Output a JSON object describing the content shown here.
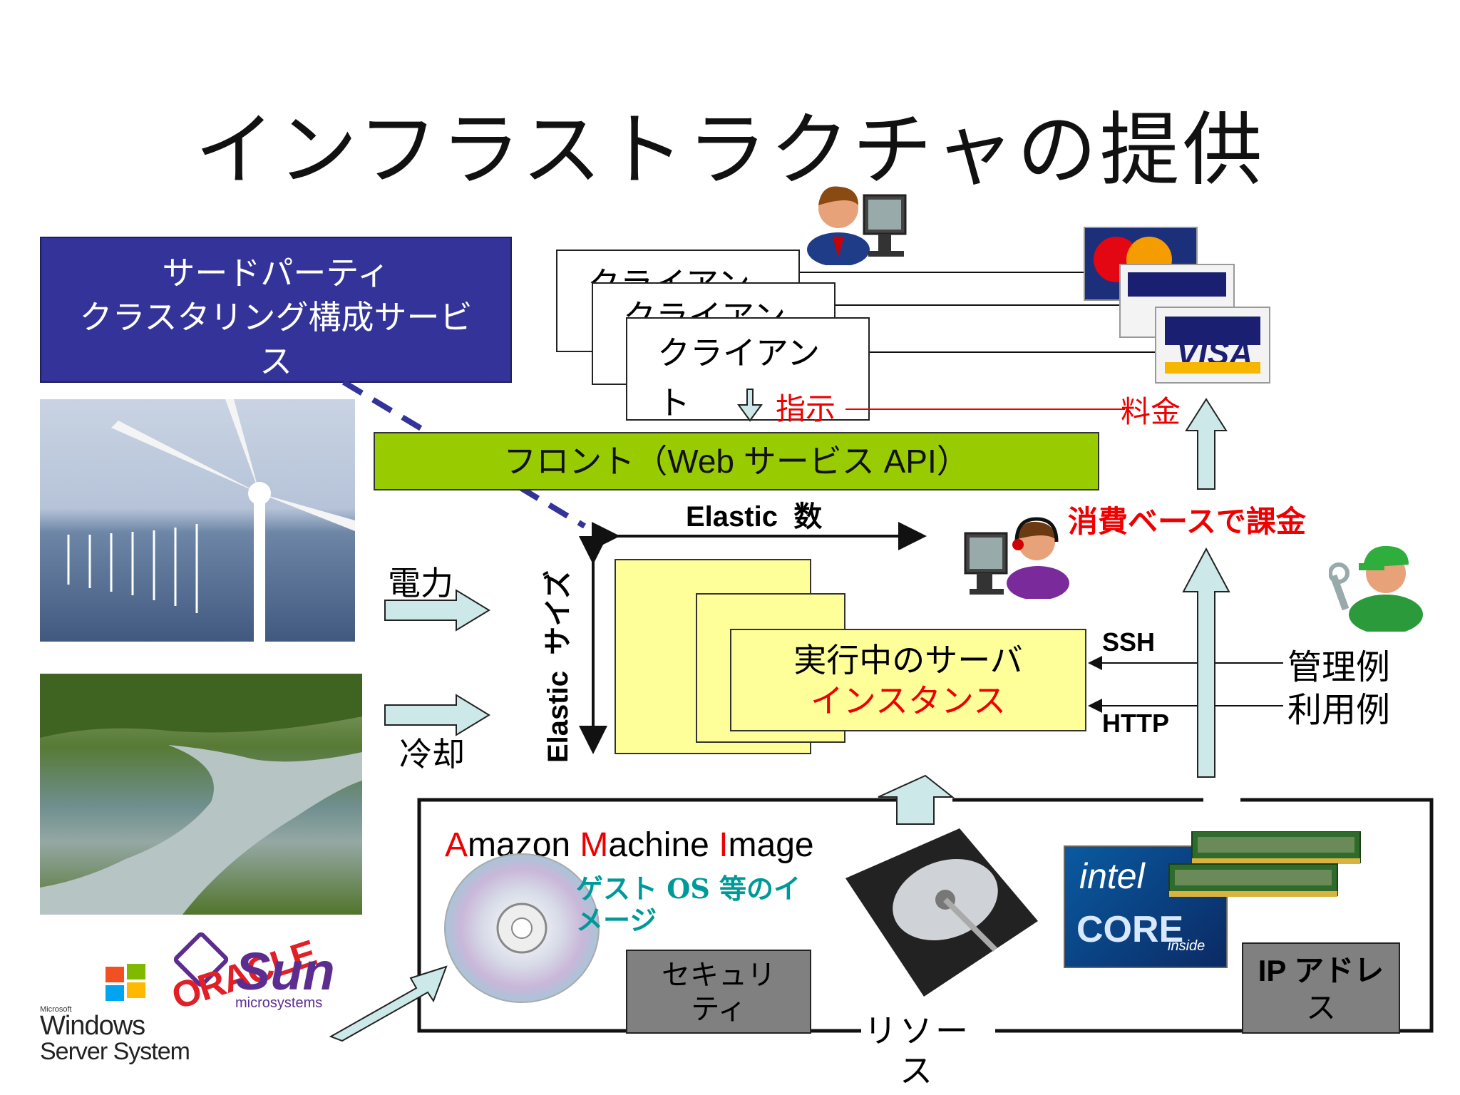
{
  "title": "インフラストラクチャの提供",
  "third_party": {
    "line1": "サードパーティ",
    "line2": "クラスタリング構成サービ",
    "line3": "ス"
  },
  "clients": {
    "c1": "クライアン",
    "c2": "クライアン",
    "c3": "クライアン",
    "c3b": "ト"
  },
  "instruction": "指示",
  "fee": "料金",
  "front": "フロント（Web サービス API）",
  "elastic_count": "Elastic  数",
  "elastic_size": "Elastic  サイズ",
  "consumption": "消費ベースで課金",
  "power": "電力",
  "cooling": "冷却",
  "instance": {
    "line1": "実行中のサーバ",
    "line2": "インスタンス"
  },
  "ssh": "SSH",
  "http": "HTTP",
  "management": "管理例",
  "usage": "利用例",
  "ami": {
    "a": "A",
    "mazon": "mazon ",
    "m": "M",
    "achine": "achine ",
    "i": "I",
    "mage": "mage"
  },
  "guest_os": {
    "line1": "ゲスト OS 等のイ",
    "line2": "メージ"
  },
  "security": {
    "line1": "セキュリ",
    "line2": "ティ"
  },
  "resource": {
    "line1": "リソー",
    "line2": "ス"
  },
  "ip_address": {
    "line1": "IP アドレ",
    "line2": "ス"
  },
  "logos": {
    "visa": "VISA",
    "intel": "intel",
    "core": "CORE",
    "inside": "inside",
    "oracle": "ORACLE",
    "sun": "Sun",
    "microsystems": "microsystems",
    "ms_small": "Microsoft",
    "windows": "Windows",
    "server_system": "Server System"
  },
  "colors": {
    "front": "#99cc00",
    "third_party": "#333399",
    "instance": "#ffff99",
    "arrow": "#cce8e8",
    "red": "#ee0000",
    "teal": "#009999"
  }
}
